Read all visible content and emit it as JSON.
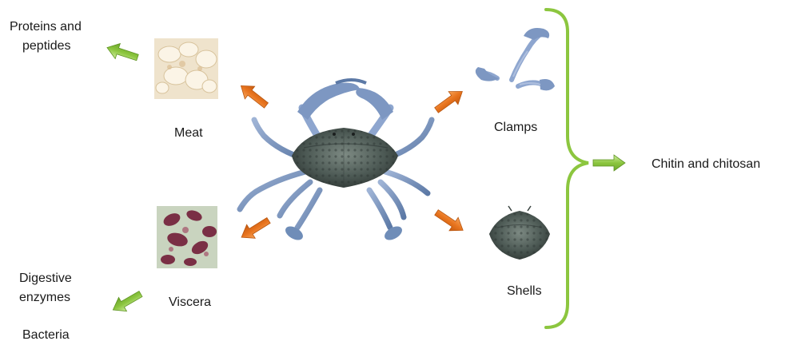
{
  "labels": {
    "proteins_line1": "Proteins and",
    "proteins_line2": "peptides",
    "meat": "Meat",
    "viscera": "Viscera",
    "digestive_line1": "Digestive",
    "digestive_line2": "enzymes",
    "bacteria": "Bacteria",
    "clamps": "Clamps",
    "shells": "Shells",
    "chitin": "Chitin and chitosan"
  },
  "colors": {
    "orange_arrow": "#e8741e",
    "green_arrow": "#8cc63f",
    "green_brace": "#8cc63f",
    "crab_body": "#4a5a5c",
    "crab_legs": "#6f8db8"
  }
}
